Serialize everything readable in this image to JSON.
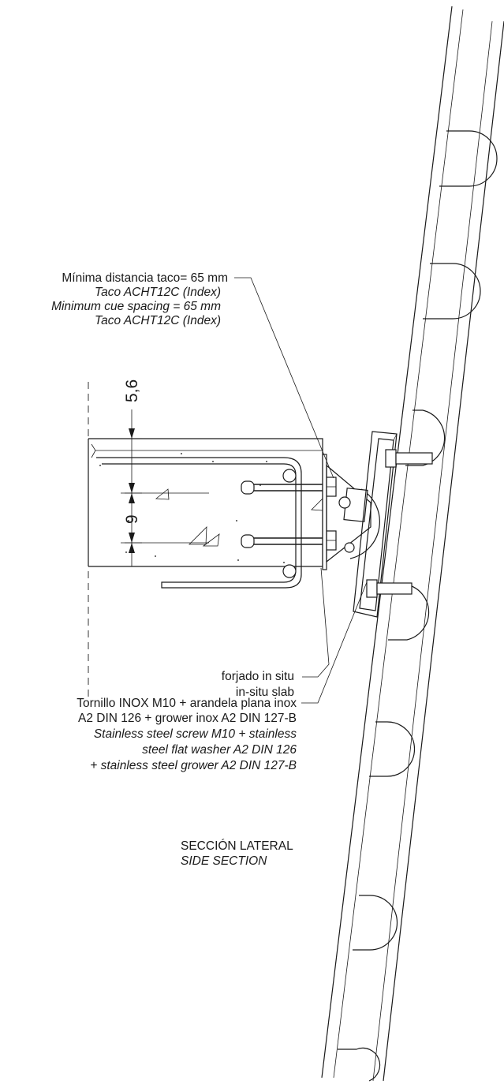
{
  "annotations": {
    "cue_spacing": [
      "Mínima distancia taco= 65 mm",
      "Taco ACHT12C (Index)",
      "Minimum cue spacing = 65 mm",
      "Taco ACHT12C (Index)"
    ],
    "slab": [
      "forjado in situ",
      "in-situ slab"
    ],
    "screw": [
      "Tornillo INOX M10 + arandela plana inox",
      "A2 DIN 126 + grower inox A2 DIN 127-B",
      "Stainless steel screw M10 + stainless",
      "steel flat washer A2 DIN 126",
      "+ stainless steel grower A2 DIN 127-B"
    ]
  },
  "section_title": [
    "SECCIÓN LATERAL",
    "SIDE SECTION"
  ],
  "dimensions": {
    "top": "5,6",
    "middle": "9"
  }
}
